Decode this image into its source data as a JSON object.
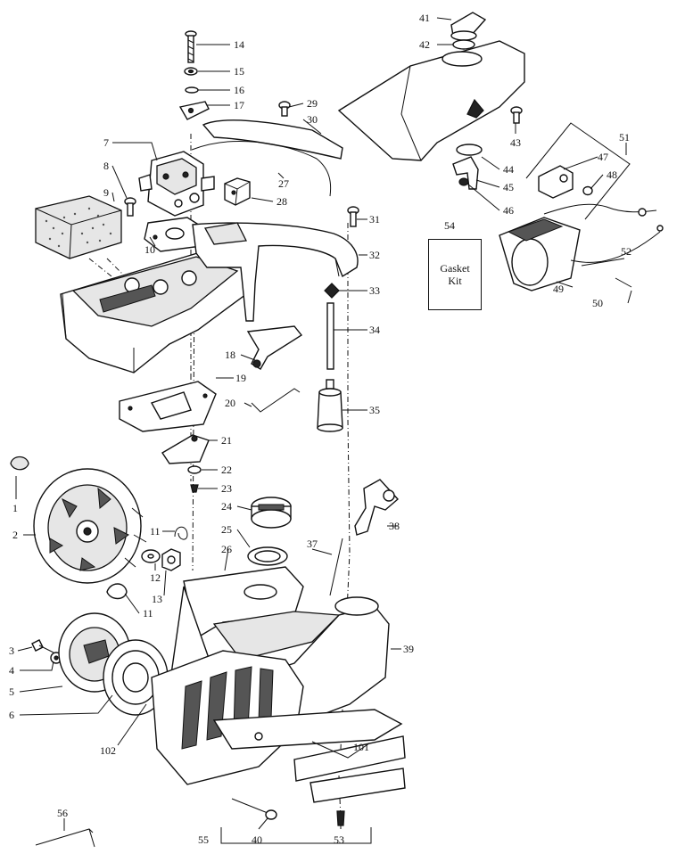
{
  "diagram": {
    "callouts": [
      {
        "id": "c14",
        "text": "14"
      },
      {
        "id": "c15",
        "text": "15"
      },
      {
        "id": "c16",
        "text": "16"
      },
      {
        "id": "c17",
        "text": "17"
      },
      {
        "id": "c29",
        "text": "29"
      },
      {
        "id": "c30",
        "text": "30"
      },
      {
        "id": "c7",
        "text": "7"
      },
      {
        "id": "c8",
        "text": "8"
      },
      {
        "id": "c9",
        "text": "9"
      },
      {
        "id": "c10",
        "text": "10"
      },
      {
        "id": "c27",
        "text": "27"
      },
      {
        "id": "c28",
        "text": "28"
      },
      {
        "id": "c31",
        "text": "31"
      },
      {
        "id": "c32",
        "text": "32"
      },
      {
        "id": "c33",
        "text": "33"
      },
      {
        "id": "c34",
        "text": "34"
      },
      {
        "id": "c18",
        "text": "18"
      },
      {
        "id": "c19",
        "text": "19"
      },
      {
        "id": "c20",
        "text": "20"
      },
      {
        "id": "c35",
        "text": "35"
      },
      {
        "id": "c21",
        "text": "21"
      },
      {
        "id": "c22",
        "text": "22"
      },
      {
        "id": "c23",
        "text": "23"
      },
      {
        "id": "c1",
        "text": "1"
      },
      {
        "id": "c2",
        "text": "2"
      },
      {
        "id": "c11a",
        "text": "11"
      },
      {
        "id": "c24",
        "text": "24"
      },
      {
        "id": "c38",
        "text": "38"
      },
      {
        "id": "c12",
        "text": "12"
      },
      {
        "id": "c25",
        "text": "25"
      },
      {
        "id": "c13",
        "text": "13"
      },
      {
        "id": "c26",
        "text": "26"
      },
      {
        "id": "c37",
        "text": "37"
      },
      {
        "id": "c11b",
        "text": "11"
      },
      {
        "id": "c3",
        "text": "3"
      },
      {
        "id": "c4",
        "text": "4"
      },
      {
        "id": "c39",
        "text": "39"
      },
      {
        "id": "c5",
        "text": "5"
      },
      {
        "id": "c6",
        "text": "6"
      },
      {
        "id": "c101",
        "text": "101"
      },
      {
        "id": "c102",
        "text": "102"
      },
      {
        "id": "c56",
        "text": "56"
      },
      {
        "id": "c55",
        "text": "55"
      },
      {
        "id": "c40",
        "text": "40"
      },
      {
        "id": "c53",
        "text": "53"
      },
      {
        "id": "c41",
        "text": "41"
      },
      {
        "id": "c42",
        "text": "42"
      },
      {
        "id": "c43",
        "text": "43"
      },
      {
        "id": "c44",
        "text": "44"
      },
      {
        "id": "c45",
        "text": "45"
      },
      {
        "id": "c46",
        "text": "46"
      },
      {
        "id": "c47",
        "text": "47"
      },
      {
        "id": "c48",
        "text": "48"
      },
      {
        "id": "c51",
        "text": "51"
      },
      {
        "id": "c52",
        "text": "52"
      },
      {
        "id": "c49",
        "text": "49"
      },
      {
        "id": "c50",
        "text": "50"
      }
    ],
    "kit": {
      "number": "54",
      "label_line1": "Gasket",
      "label_line2": "Kit"
    }
  }
}
